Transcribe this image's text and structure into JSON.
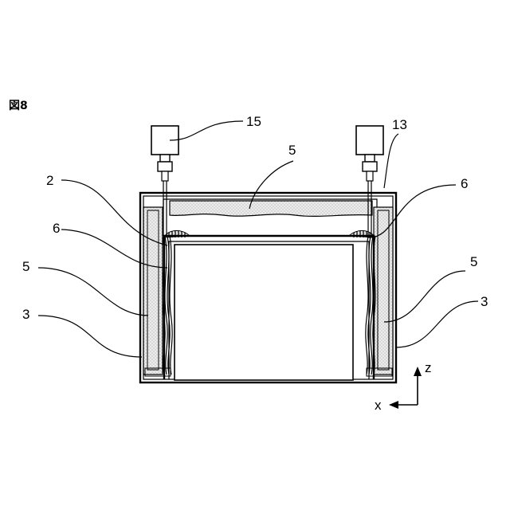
{
  "figure": {
    "title": "図8"
  },
  "labels": {
    "sensor_left": "15",
    "sensor_right": "13",
    "top_filler": "5",
    "part_2": "2",
    "part_6_left": "6",
    "part_6_right": "6",
    "part_5_left": "5",
    "part_5_right": "5",
    "part_3_left": "3",
    "part_3_right": "3"
  },
  "axes": {
    "z_label": "z",
    "x_label": "x"
  },
  "colors": {
    "line": "#000000",
    "stipple": "#e6e6e6",
    "dot": "#8a8a8a",
    "background": "#ffffff"
  }
}
